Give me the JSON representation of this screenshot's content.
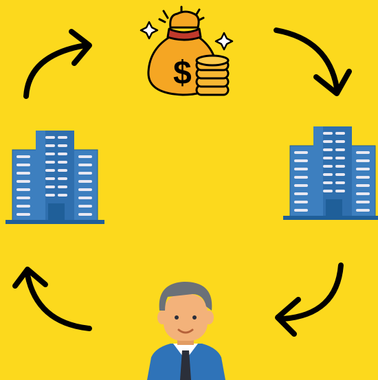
{
  "colors": {
    "background": "#fcd91d",
    "arrow": "#000000",
    "bag": "#f5a623",
    "bag_dark": "#e08e0b",
    "coin": "#f7b733",
    "coin_dark": "#c87f0a",
    "building_light": "#3d7fbf",
    "building_dark": "#1f5f99",
    "window": "#e8e8f2",
    "suit": "#2f73b8",
    "skin": "#f3b27a",
    "hair": "#6b7178"
  },
  "diagram": {
    "nodes": [
      {
        "id": "money",
        "icon": "money-bag-icon"
      },
      {
        "id": "right-company",
        "icon": "office-building-icon"
      },
      {
        "id": "person",
        "icon": "businessman-icon"
      },
      {
        "id": "left-company",
        "icon": "office-building-icon"
      }
    ],
    "edges": [
      {
        "from": "money",
        "to": "right-company",
        "direction": "clockwise"
      },
      {
        "from": "right-company",
        "to": "person",
        "direction": "clockwise"
      },
      {
        "from": "person",
        "to": "left-company",
        "direction": "clockwise"
      },
      {
        "from": "left-company",
        "to": "money",
        "direction": "clockwise"
      }
    ]
  }
}
